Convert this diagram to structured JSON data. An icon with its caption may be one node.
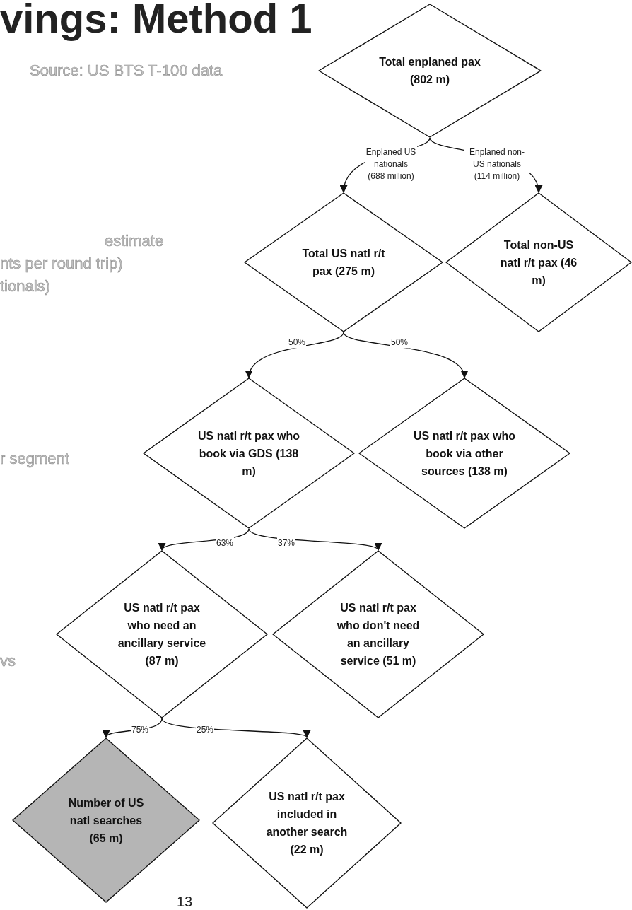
{
  "diagram": {
    "title": "vings: Method 1",
    "nodes": [
      {
        "text": [
          "Total enplaned pax (802 m)"
        ]
      },
      {
        "text": [
          "Total US natl r/t pax (275 m)"
        ]
      },
      {
        "text": [
          "Total non-US natl r/t pax (46 m)"
        ]
      },
      {
        "text": [
          "US natl r/t pax who book via GDS (138 m)"
        ]
      },
      {
        "text": [
          "US natl r/t pax who book via other sources (138 m)"
        ]
      },
      {
        "text": [
          "US natl r/t pax who need an ancillary service (87 m)"
        ]
      },
      {
        "text": [
          "US natl r/t pax who don't need an ancillary service (51 m)"
        ]
      },
      {
        "text": [
          "Number of US natl searches (65 m)"
        ]
      },
      {
        "text": [
          "US natl r/t pax included in another search (22 m)"
        ]
      }
    ],
    "edges": [
      {
        "from": 0,
        "to": 1,
        "arrow": "to",
        "label": "Enplaned US nationals (688 million)"
      },
      {
        "from": 0,
        "to": 2,
        "arrow": "to",
        "label": "Enplaned non-US nationals (114 million)"
      },
      {
        "from": 1,
        "to": 3,
        "arrow": "to",
        "label": "50%"
      },
      {
        "from": 1,
        "to": 4,
        "arrow": "to",
        "label": "50%"
      },
      {
        "from": 3,
        "to": 5,
        "arrow": "to",
        "label": "63%"
      },
      {
        "from": 3,
        "to": 6,
        "arrow": "to",
        "label": "37%"
      },
      {
        "from": 5,
        "to": 7,
        "arrow": "to",
        "label": "75%"
      },
      {
        "from": 5,
        "to": 8,
        "arrow": "to",
        "label": "25%"
      }
    ],
    "labels": [
      "Source: US BTS T-100 data",
      "estimate",
      "nts per round trip)",
      "tionals)",
      "r segment",
      "vs",
      "13"
    ]
  }
}
